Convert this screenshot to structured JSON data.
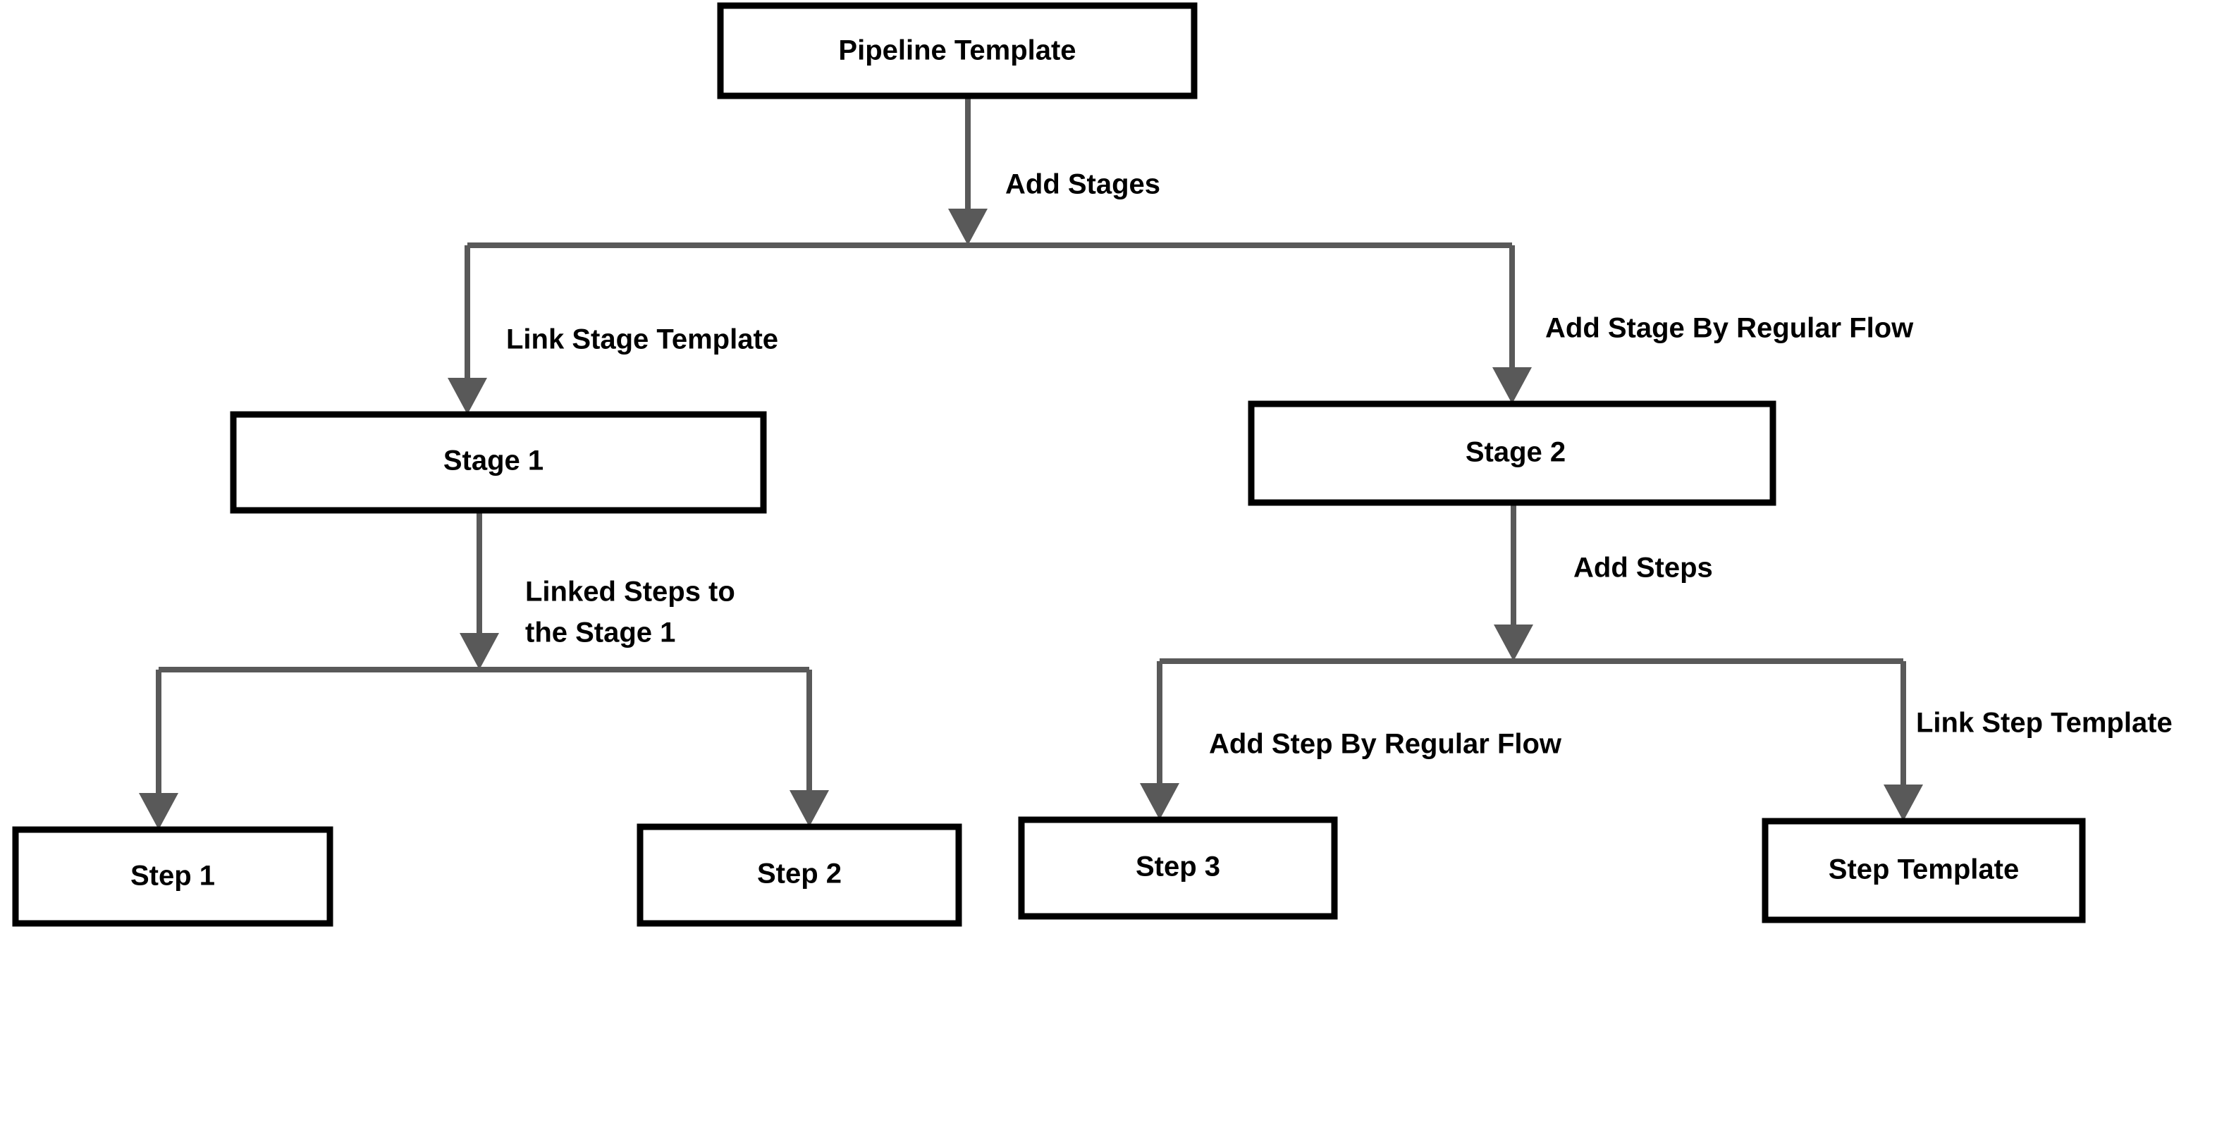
{
  "diagram": {
    "type": "flowchart",
    "orientation": "top-down",
    "background_color": "#ffffff",
    "node_border_color": "#000000",
    "node_fill_color": "#ffffff",
    "edge_color": "#595959",
    "text_color": "#000000",
    "nodes": [
      {
        "id": "pipeline_template",
        "label": "Pipeline Template",
        "level": 0
      },
      {
        "id": "stage_1",
        "label": "Stage 1",
        "level": 1
      },
      {
        "id": "stage_2",
        "label": "Stage 2",
        "level": 1
      },
      {
        "id": "step_1",
        "label": "Step 1",
        "level": 2
      },
      {
        "id": "step_2",
        "label": "Step 2",
        "level": 2
      },
      {
        "id": "step_3",
        "label": "Step 3",
        "level": 2
      },
      {
        "id": "step_template",
        "label": "Step Template",
        "level": 2
      }
    ],
    "edges": [
      {
        "id": "e_add_stages",
        "from": "pipeline_template",
        "to": "stage_bus",
        "label": "Add Stages"
      },
      {
        "id": "e_link_stage_template",
        "from": "stage_bus",
        "to": "stage_1",
        "label": "Link Stage Template"
      },
      {
        "id": "e_add_stage_regular",
        "from": "stage_bus",
        "to": "stage_2",
        "label": "Add Stage By Regular Flow"
      },
      {
        "id": "e_linked_steps",
        "from": "stage_1",
        "to": "step_bus_left",
        "label_line_1": "Linked Steps to",
        "label_line_2": "the Stage 1"
      },
      {
        "id": "e_add_steps",
        "from": "stage_2",
        "to": "step_bus_right",
        "label": "Add Steps"
      },
      {
        "id": "e_add_step_regular",
        "from": "step_bus_right",
        "to": "step_3",
        "label": "Add Step By Regular Flow"
      },
      {
        "id": "e_link_step_template",
        "from": "step_bus_right",
        "to": "step_template",
        "label": "Link Step Template"
      }
    ]
  }
}
